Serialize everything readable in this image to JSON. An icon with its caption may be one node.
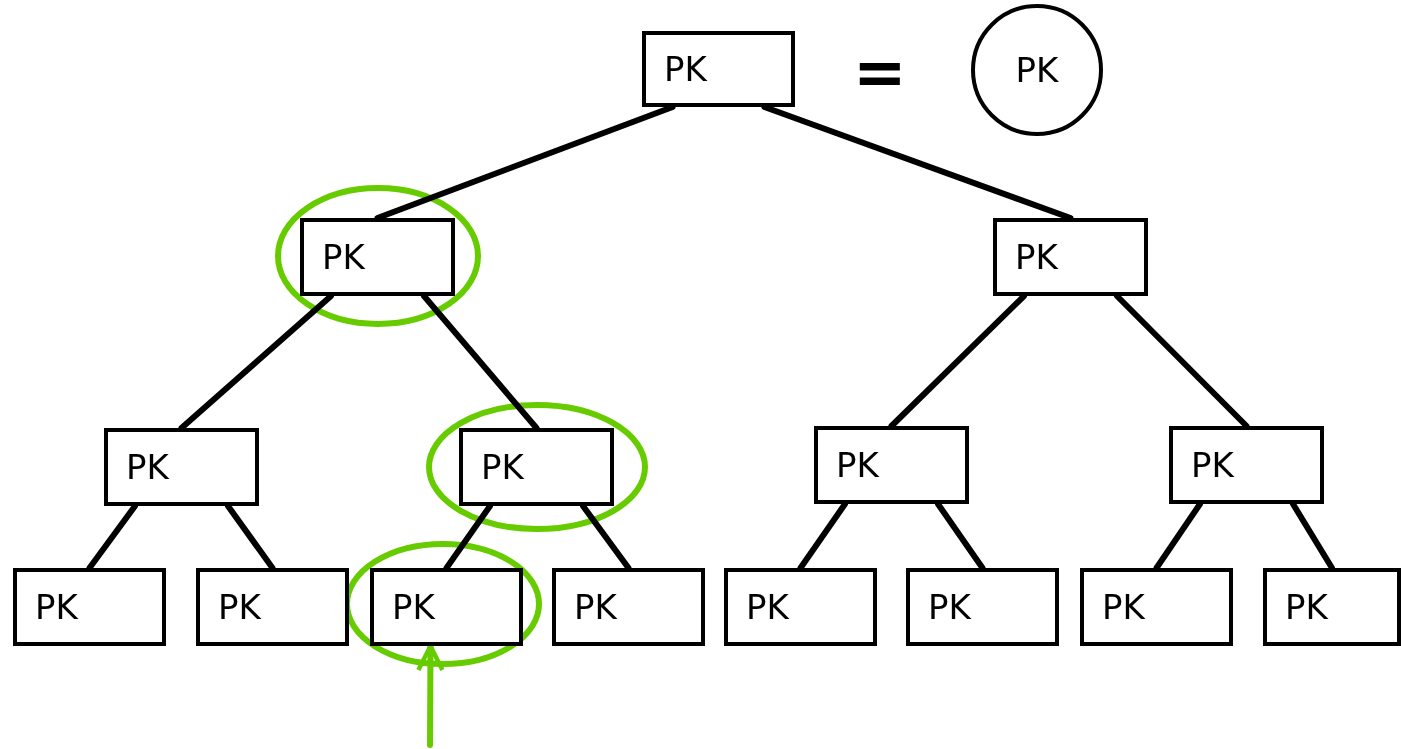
{
  "diagram": {
    "nodes": [
      {
        "text": [
          "PK"
        ]
      },
      {
        "text": [
          "PK"
        ]
      },
      {
        "text": [
          "PK"
        ]
      },
      {
        "text": [
          "PK"
        ]
      },
      {
        "text": [
          "PK"
        ]
      },
      {
        "text": [
          "PK"
        ]
      },
      {
        "text": [
          "PK"
        ]
      },
      {
        "text": [
          "PK"
        ]
      },
      {
        "text": [
          "PK"
        ]
      },
      {
        "text": [
          "PK"
        ]
      },
      {
        "text": [
          "PK"
        ]
      },
      {
        "text": [
          "PK"
        ]
      },
      {
        "text": [
          "PK"
        ]
      },
      {
        "text": [
          "PK"
        ]
      },
      {
        "text": [
          "PK"
        ]
      },
      {
        "text": [
          "PK"
        ]
      }
    ],
    "edges": [
      {
        "from": 0,
        "to": 2,
        "arrow": "none"
      },
      {
        "from": 0,
        "to": 3,
        "arrow": "none"
      },
      {
        "from": 2,
        "to": 4,
        "arrow": "none"
      },
      {
        "from": 2,
        "to": 5,
        "arrow": "none"
      },
      {
        "from": 3,
        "to": 6,
        "arrow": "none"
      },
      {
        "from": 3,
        "to": 7,
        "arrow": "none"
      },
      {
        "from": 4,
        "to": 8,
        "arrow": "none"
      },
      {
        "from": 4,
        "to": 9,
        "arrow": "none"
      },
      {
        "from": 5,
        "to": 10,
        "arrow": "none"
      },
      {
        "from": 5,
        "to": 11,
        "arrow": "none"
      },
      {
        "from": 6,
        "to": 12,
        "arrow": "none"
      },
      {
        "from": 6,
        "to": 13,
        "arrow": "none"
      },
      {
        "from": 7,
        "to": 14,
        "arrow": "none"
      },
      {
        "from": 7,
        "to": 15,
        "arrow": "none"
      },
      {
        "from": null,
        "to": 10,
        "arrow": "to",
        "color": "#66cc00"
      }
    ],
    "labels": [
      "="
    ]
  }
}
